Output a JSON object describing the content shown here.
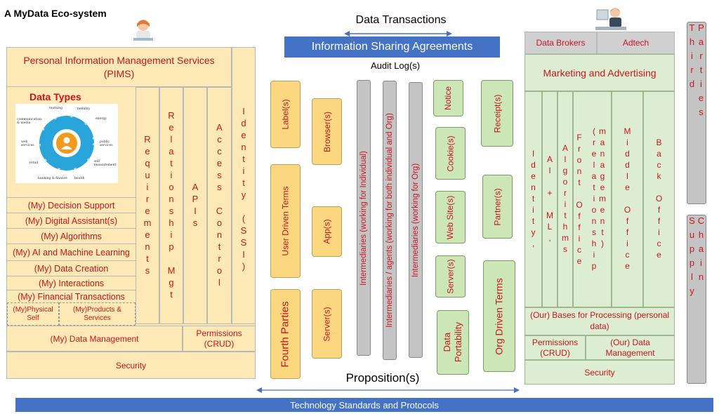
{
  "title": "A MyData Eco-system",
  "top": {
    "transactions": "Data Transactions",
    "isa": "Information Sharing Agreements",
    "audit": "Audit Log(s)",
    "proposition": "Proposition(s)"
  },
  "pims": {
    "title": "Personal Information Management Services (PIMS)",
    "data_types": "Data Types",
    "wheel_labels": [
      "learning",
      "mobility",
      "energy",
      "public services",
      "self measurement",
      "health",
      "banking & finance",
      "retail",
      "web services",
      "communication & media"
    ],
    "columns": [
      "Requirements",
      "Relationship Mgt",
      "APIs",
      "Access Control",
      "Identity (SSI)"
    ],
    "list": [
      "(My) Decision Support",
      "(My) Digital Assistant(s)",
      "(My) Algorithms",
      "(My) AI and Machine Learning",
      "(My) Data Creation",
      "(My) Interactions",
      "(My) Financial Transactions"
    ],
    "physical": "(My)Physical Self",
    "products": "(My)Products & Services",
    "data_mgmt": "(My) Data Management",
    "permissions": "Permissions (CRUD)",
    "security": "Security"
  },
  "middle": {
    "label": "Label(s)",
    "browser": "Browser(s)",
    "udt": "User Driven Terms",
    "app": "App(s)",
    "fourth": "Fourth Parties",
    "server_left": "Server(s)",
    "int_individual": "Intermediaries (working for Individual)",
    "int_both": "Intermediaries / agents (working for both individual and Org)",
    "int_org": "Intermediaries (working for Org)",
    "notice": "Notice",
    "receipt": "Receipt(s)",
    "cookie": "Cookie(s)",
    "partner": "Partner(s)",
    "website": "Web Site(s)",
    "server_right": "Server(s)",
    "portability": "Data Portability",
    "odt": "Org Driven Terms"
  },
  "org": {
    "brokers": "Data Brokers",
    "adtech": "Adtech",
    "marketing": "Marketing and Advertising",
    "columns": [
      "Identity,",
      "AI + ML,",
      "Algorithms",
      "Front Office",
      "(relationship management)",
      "Middle Office",
      "Back Office"
    ],
    "bases": "(Our) Bases for Processing (personal data)",
    "permissions": "Permissions (CRUD)",
    "data_mgmt": "(Our) Data Management",
    "security": "Security"
  },
  "side": {
    "third": "Third Parties",
    "supply": "Supply Chain"
  },
  "footer": "Technology Standards and Protocols"
}
